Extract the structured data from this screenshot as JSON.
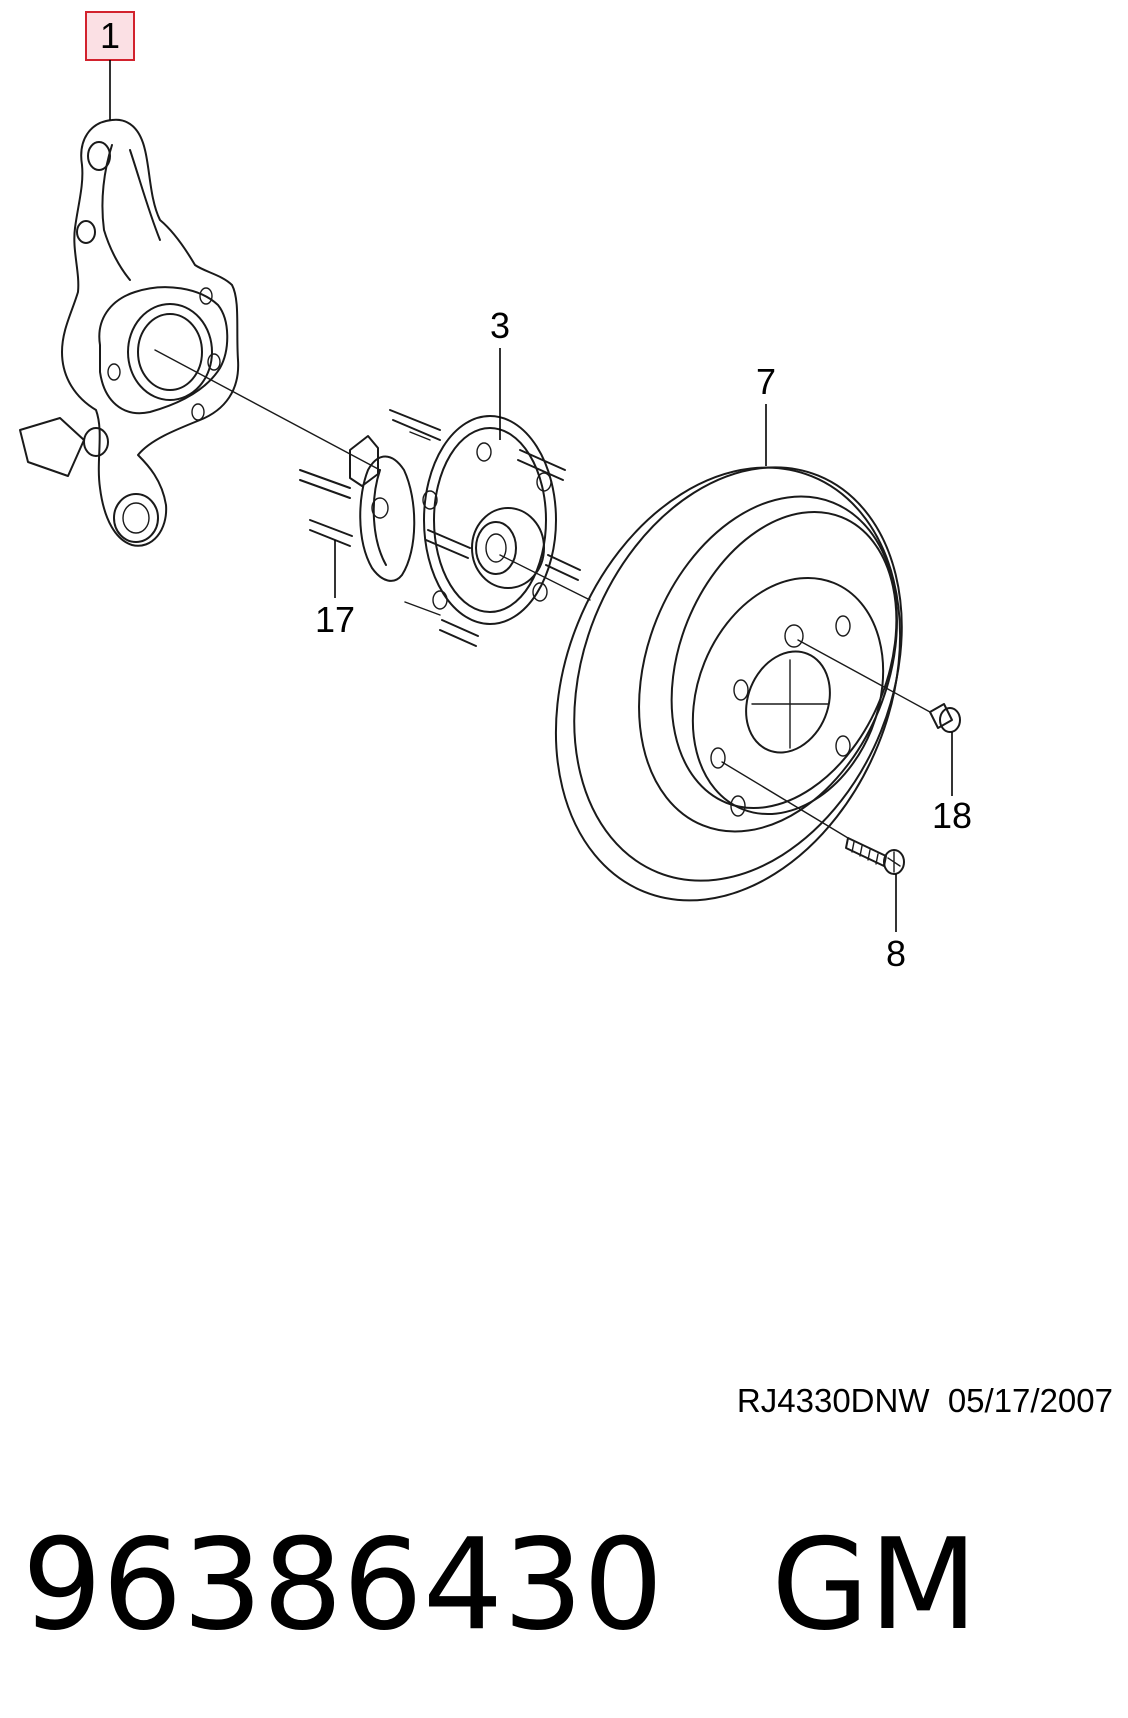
{
  "callouts": {
    "knuckle": "1",
    "hub_bearing": "3",
    "wheel_bolt": "17",
    "brake_disc": "7",
    "disc_screw_small": "18",
    "disc_screw_long": "8"
  },
  "highlighted_callout_color": "#d2222d",
  "reference": {
    "code": "RJ4330DNW",
    "date": "05/17/2007"
  },
  "part": {
    "number": "96386430",
    "manufacturer": "GM"
  }
}
